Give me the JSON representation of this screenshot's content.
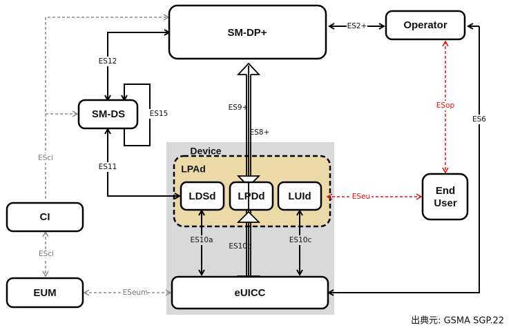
{
  "nodes": {
    "smdp": "SM-DP+",
    "operator": "Operator",
    "smds": "SM-DS",
    "ci": "CI",
    "eum": "EUM",
    "device": "Device",
    "lpad": "LPAd",
    "ldsd": "LDSd",
    "lpdd": "LPDd",
    "luid": "LUId",
    "euicc": "eUICC",
    "enduser_line1": "End",
    "enduser_line2": "User"
  },
  "interfaces": {
    "es2plus": "ES2+",
    "es12": "ES12",
    "es15": "ES15",
    "es9plus": "ES9+",
    "es8plus": "ES8+",
    "es11": "ES11",
    "esci_top": "ESci",
    "esci_bottom": "ESci",
    "esop": "ESop",
    "es6": "ES6",
    "eseu": "ESeu",
    "es10a": "ES10a",
    "es10b": "ES10b",
    "es10c": "ES10c",
    "eseum": "ESeum"
  },
  "source": "出典元: GSMA SGP.22",
  "colors": {
    "device_bg": "#d9d9d9",
    "lpad_bg": "#ecd9a8",
    "red_link": "#e01010",
    "gray_link": "#888888"
  }
}
